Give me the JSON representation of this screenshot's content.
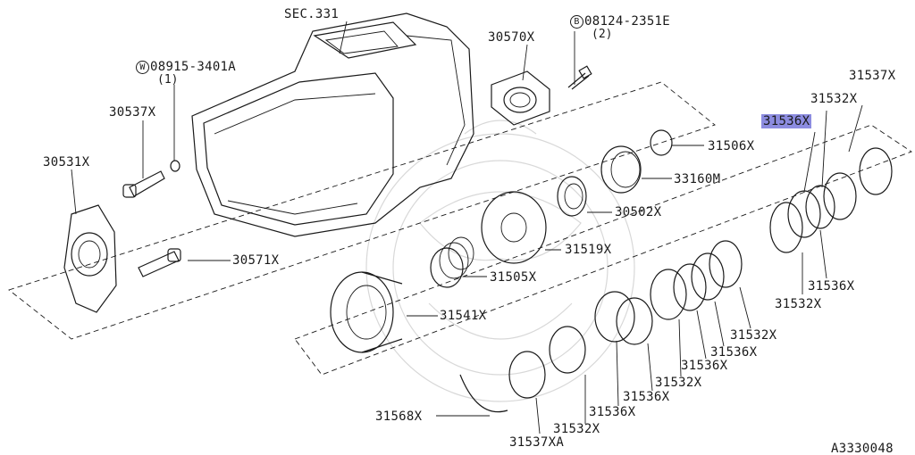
{
  "diagram": {
    "section_ref": "SEC.331",
    "drawing_number": "A3330048",
    "highlight_color": "#8c8ce0",
    "parts": [
      {
        "id": "p30570",
        "number": "30570X"
      },
      {
        "id": "p08124",
        "symbol": "B",
        "number": "08124-2351E",
        "qty": "(2)"
      },
      {
        "id": "p08915",
        "symbol": "W",
        "number": "08915-3401A",
        "qty": "(1)"
      },
      {
        "id": "p30537",
        "number": "30537X"
      },
      {
        "id": "p30531",
        "number": "30531X"
      },
      {
        "id": "p30571",
        "number": "30571X"
      },
      {
        "id": "p31506",
        "number": "31506X"
      },
      {
        "id": "p33160",
        "number": "33160M"
      },
      {
        "id": "p30502",
        "number": "30502X"
      },
      {
        "id": "p31519",
        "number": "31519X"
      },
      {
        "id": "p31505",
        "number": "31505X"
      },
      {
        "id": "p31541",
        "number": "31541X"
      },
      {
        "id": "p31568",
        "number": "31568X"
      },
      {
        "id": "p31537a",
        "number": "31537XA"
      },
      {
        "id": "p31537",
        "number": "31537X"
      },
      {
        "id": "p31532a",
        "number": "31532X"
      },
      {
        "id": "p31536hl",
        "number": "31536X",
        "highlighted": true
      },
      {
        "id": "p31536b",
        "number": "31536X"
      },
      {
        "id": "p31532b",
        "number": "31532X"
      },
      {
        "id": "p31532c",
        "number": "31532X"
      },
      {
        "id": "p31536c",
        "number": "31536X"
      },
      {
        "id": "p31536d",
        "number": "31536X"
      },
      {
        "id": "p31532d",
        "number": "31532X"
      },
      {
        "id": "p31536e",
        "number": "31536X"
      },
      {
        "id": "p31536f",
        "number": "31536X"
      },
      {
        "id": "p31532e",
        "number": "31532X"
      }
    ]
  }
}
